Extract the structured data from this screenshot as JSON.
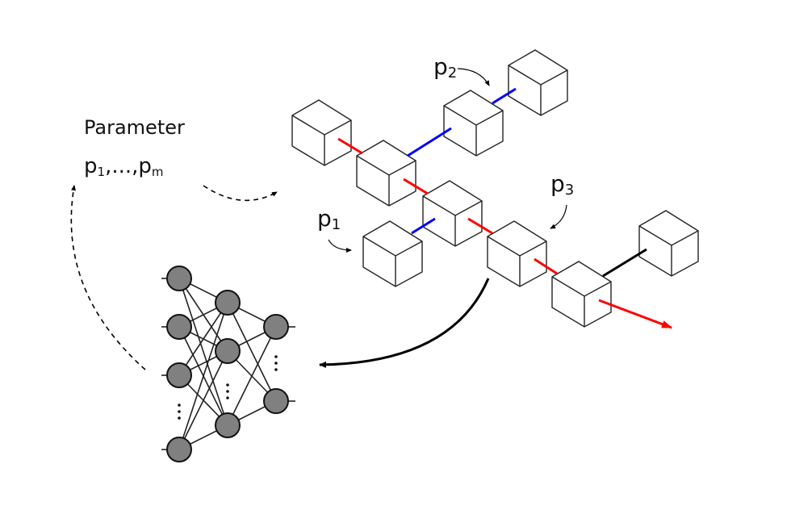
{
  "parameter_label": {
    "title": "Parameter",
    "p_base": "p",
    "sub_1": "1",
    "sep": ",...,",
    "sub_m": "m"
  },
  "cube_labels": [
    {
      "base": "p",
      "sub": "2"
    },
    {
      "base": "p",
      "sub": "3"
    },
    {
      "base": "p",
      "sub": "1"
    }
  ],
  "colors": {
    "red_link": "#ff0000",
    "blue_link": "#0000ff",
    "black_link": "#000000",
    "node_fill": "#808080"
  }
}
